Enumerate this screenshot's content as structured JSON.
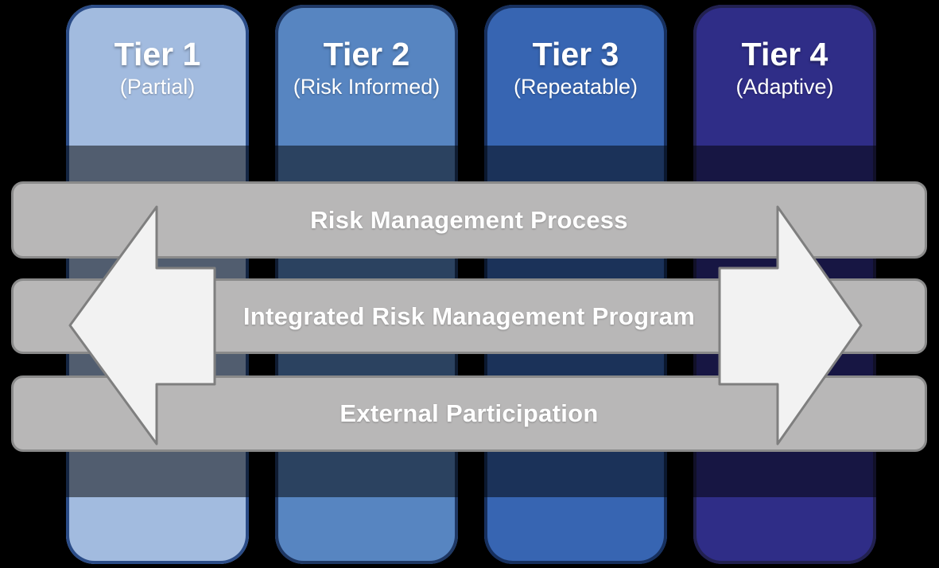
{
  "background_color": "#000000",
  "column_shade": "rgba(0,0,0,0.5)",
  "tiers": [
    {
      "title": "Tier 1",
      "subtitle": "(Partial)",
      "fill": "#a2bbdf",
      "border": "#2b4c87"
    },
    {
      "title": "Tier 2",
      "subtitle": "(Risk Informed)",
      "fill": "#5785c1",
      "border": "#1f3864"
    },
    {
      "title": "Tier 3",
      "subtitle": "(Repeatable)",
      "fill": "#3765b2",
      "border": "#17305e"
    },
    {
      "title": "Tier 4",
      "subtitle": "(Adaptive)",
      "fill": "#2f2d87",
      "border": "#222150"
    }
  ],
  "bars": [
    {
      "label": "Risk Management Process"
    },
    {
      "label": "Integrated Risk Management Program"
    },
    {
      "label": "External Participation"
    }
  ],
  "bar_style": {
    "fill": "#b8b7b7",
    "border": "#8a8a8a",
    "text_color": "#ffffff"
  },
  "arrow_style": {
    "fill": "#f2f2f2",
    "stroke": "#7f7f7f"
  }
}
